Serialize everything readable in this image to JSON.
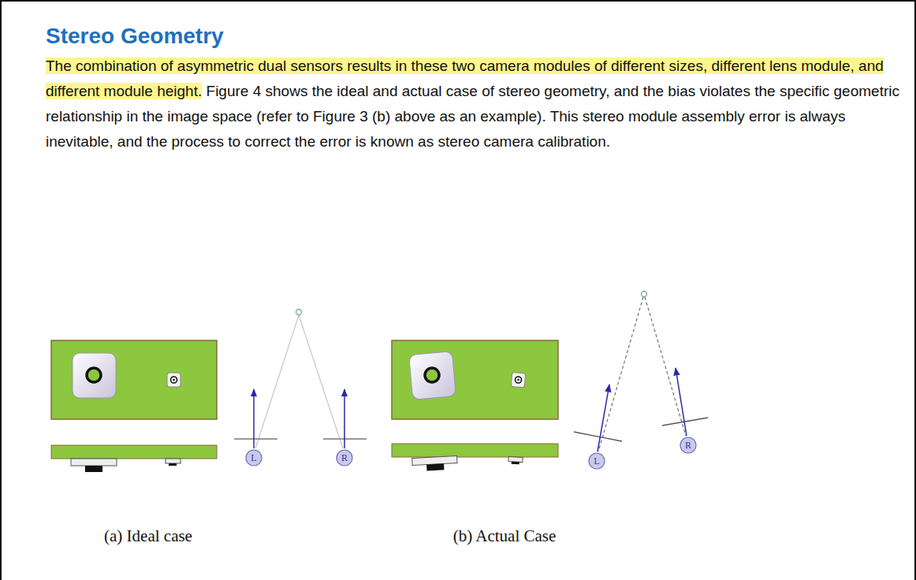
{
  "diagram": {
    "title": "Stereo Geometry",
    "nodes": [
      {
        "text": [
          "L"
        ]
      },
      {
        "text": [
          "R"
        ]
      },
      {
        "text": [
          "L"
        ]
      },
      {
        "text": [
          "R"
        ]
      }
    ],
    "labels": [
      "The combination of asymmetric dual sensors results in these two camera modules of different sizes, different lens module, and different module height.",
      "Figure 4 shows the ideal and actual case of stereo geometry, and the bias violates the specific geometric relationship in the image space (refer to Figure 3 (b) above as an example). This stereo module assembly error is always inevitable, and the process to correct the error is known as stereo camera calibration.",
      "(a) Ideal case",
      "(b) Actual Case"
    ]
  }
}
